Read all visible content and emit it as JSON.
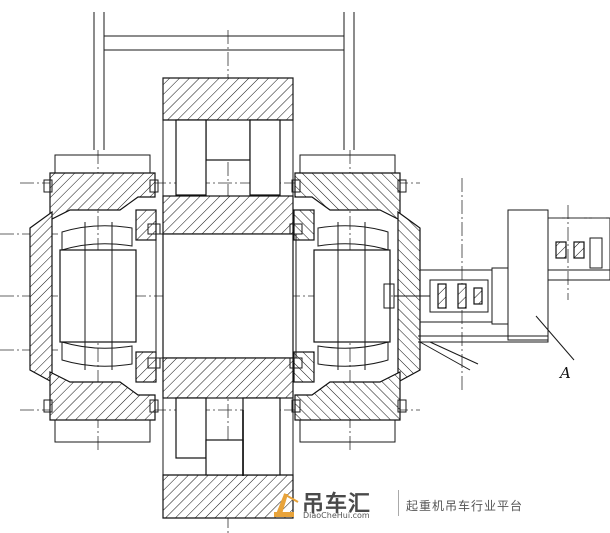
{
  "diagram": {
    "labels": {
      "part_a": "A"
    }
  },
  "watermark": {
    "brand": "吊车汇",
    "url": "DiaoCheHui.com",
    "slogan": "起重机吊车行业平台"
  },
  "colors": {
    "line": "#1a1a1a",
    "background": "#ffffff",
    "watermark": "#4a4a4a",
    "logo_accent": "#e8a33a"
  }
}
